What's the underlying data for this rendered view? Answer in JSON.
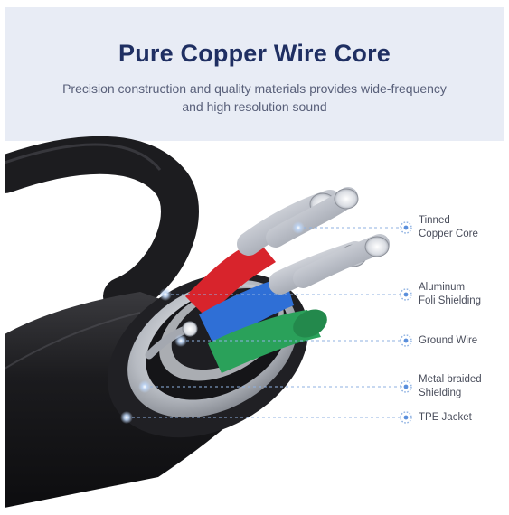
{
  "header": {
    "title": "Pure Copper Wire Core",
    "subtitle_line1": "Precision construction and quality materials provides wide-frequency",
    "subtitle_line2": "and high resolution sound"
  },
  "callouts": [
    {
      "line1": "Tinned",
      "line2": "Copper Core"
    },
    {
      "line1": "Aluminum",
      "line2": "Foli Shielding"
    },
    {
      "line1": "Ground Wire",
      "line2": ""
    },
    {
      "line1": "Metal braided",
      "line2": "Shielding"
    },
    {
      "line1": "TPE Jacket",
      "line2": ""
    }
  ],
  "colors": {
    "banner_bg": "#e8ecf5",
    "title": "#1f2f62",
    "callout_line": "#8fb2e2",
    "wire_red": "#d8242c",
    "wire_blue": "#2f6fd6",
    "wire_green": "#2aa15a",
    "jacket": "#1a1a1c"
  },
  "icons": {
    "callout_marker": "sparkle-dot-icon"
  }
}
